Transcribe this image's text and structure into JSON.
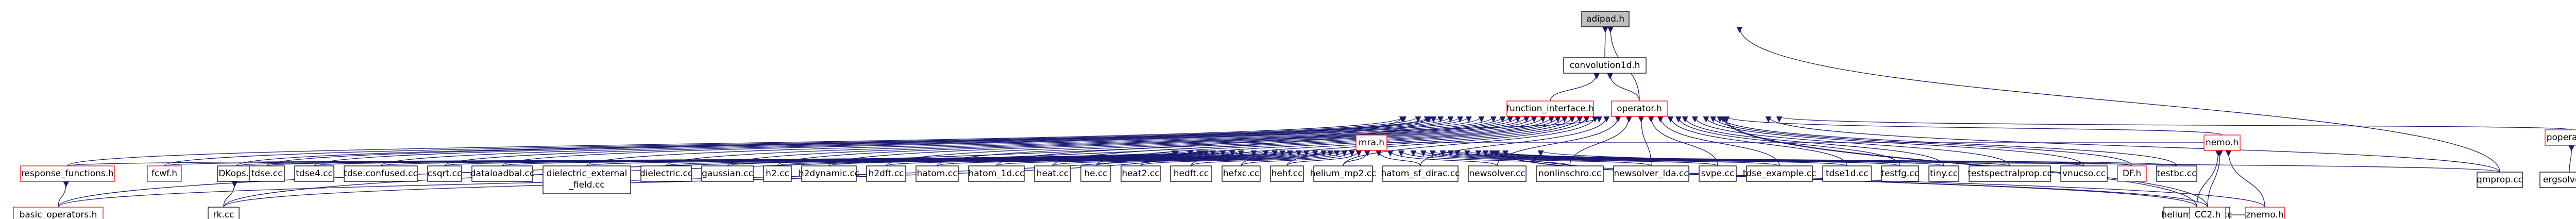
{
  "colors": {
    "edge": "#191970",
    "node_border_normal": "#000000",
    "node_border_red": "#ff0000",
    "node_fill": "#ffffff",
    "node_fill_root": "#bfbfbf"
  },
  "nodes": [
    {
      "id": "adepadh",
      "label": "adipad.h",
      "root": true
    },
    {
      "id": "conv",
      "label": "convolution1d.h"
    },
    {
      "id": "fi",
      "label": "function_interface.h",
      "red": true
    },
    {
      "id": "op",
      "label": "operator.h",
      "red": true
    },
    {
      "id": "popop",
      "label": "poperator.h",
      "red": true
    },
    {
      "id": "ergo",
      "label": "ergsolver.cc"
    },
    {
      "id": "qmprop",
      "label": "qmprop.cc"
    },
    {
      "id": "mra",
      "label": "mra.h",
      "red": true
    },
    {
      "id": "resp",
      "label": "response_functions.h",
      "red": true
    },
    {
      "id": "basic",
      "label": "basic_operators.h",
      "red": true
    },
    {
      "id": "fcwf",
      "label": "fcwf.h",
      "red": true
    },
    {
      "id": "dkops",
      "label": "DKops.h"
    },
    {
      "id": "rk",
      "label": "rk.cc"
    },
    {
      "id": "tdse",
      "label": "tdse.cc"
    },
    {
      "id": "tdse4",
      "label": "tdse4.cc"
    },
    {
      "id": "tdsec",
      "label": "tdse.confused.cc"
    },
    {
      "id": "csqrt",
      "label": "csqrt.cc"
    },
    {
      "id": "dataload",
      "label": "dataloadbal.cc"
    },
    {
      "id": "dielext",
      "label": "dielectric_external_field.cc"
    },
    {
      "id": "diel",
      "label": "dielectric.cc"
    },
    {
      "id": "gauss",
      "label": "gaussian.cc"
    },
    {
      "id": "h2",
      "label": "h2.cc"
    },
    {
      "id": "h2dyn",
      "label": "h2dynamic.cc"
    },
    {
      "id": "h2dft",
      "label": "h2dft.cc"
    },
    {
      "id": "hatom",
      "label": "hatom.cc"
    },
    {
      "id": "hatom1d",
      "label": "hatom_1d.cc"
    },
    {
      "id": "heat",
      "label": "heat.cc"
    },
    {
      "id": "he",
      "label": "he.cc"
    },
    {
      "id": "heat2",
      "label": "heat2.cc"
    },
    {
      "id": "hedft",
      "label": "hedft.cc"
    },
    {
      "id": "hefxc",
      "label": "hefxc.cc"
    },
    {
      "id": "hehf",
      "label": "hehf.cc"
    },
    {
      "id": "hemp2",
      "label": "helium_mp2.cc"
    },
    {
      "id": "hsfd",
      "label": "hatom_sf_dirac.cc"
    },
    {
      "id": "newsolver",
      "label": "newsolver.cc"
    },
    {
      "id": "nonlin",
      "label": "nonlinschro.cc"
    },
    {
      "id": "newlda",
      "label": "newsolver_lda.cc"
    },
    {
      "id": "sdf",
      "label": "svpe.cc"
    },
    {
      "id": "tdseex",
      "label": "tdse_example.cc"
    },
    {
      "id": "tdse1d",
      "label": "tdse1d.cc"
    },
    {
      "id": "testfg",
      "label": "testfg.cc"
    },
    {
      "id": "tiny",
      "label": "tiny.cc"
    },
    {
      "id": "tsp",
      "label": "testspectralprop.cc"
    },
    {
      "id": "vnucso",
      "label": "vnucso.cc"
    },
    {
      "id": "df",
      "label": "DF.h",
      "red": true
    },
    {
      "id": "testbc",
      "label": "testbc.cc"
    },
    {
      "id": "nemo",
      "label": "nemo.h",
      "red": true
    },
    {
      "id": "hex",
      "label": "helium_exact.cc"
    },
    {
      "id": "cc2",
      "label": "CC2.h",
      "red": true
    },
    {
      "id": "znemo",
      "label": "znemo.h",
      "red": true
    }
  ]
}
